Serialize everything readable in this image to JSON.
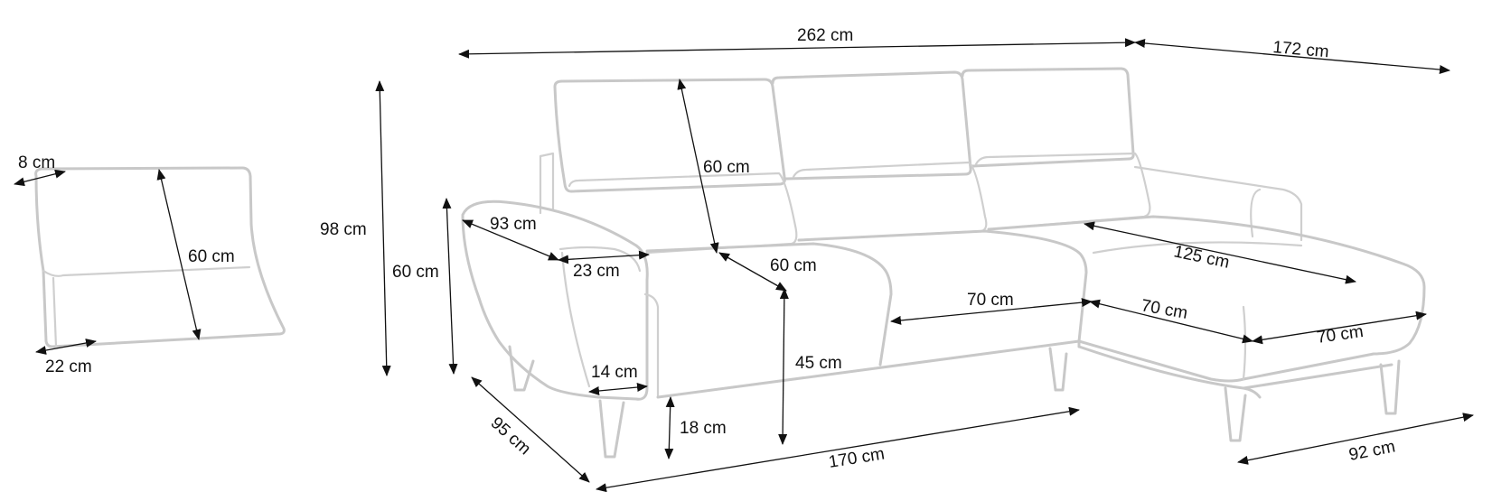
{
  "dimensions": {
    "total_width": "262 cm",
    "chaise_depth_top": "172 cm",
    "total_height": "98 cm",
    "armrest_height": "60 cm",
    "backrest_height": "60 cm",
    "armrest_length": "93 cm",
    "armrest_top_width": "23 cm",
    "seat_depth_front": "60 cm",
    "seat_height": "45 cm",
    "seat_width_middle": "70 cm",
    "chaise_length": "125 cm",
    "chaise_seat_width_a": "70 cm",
    "chaise_seat_width_b": "70 cm",
    "armrest_bottom_width": "14 cm",
    "leg_height": "18 cm",
    "base_length": "170 cm",
    "sofa_depth": "95 cm",
    "chaise_width": "92 cm",
    "cushion_thickness_top": "8 cm",
    "cushion_height": "60 cm",
    "cushion_thickness_bottom": "22 cm"
  },
  "colors": {
    "outline": "#c8c8c8",
    "dimension": "#111111"
  }
}
